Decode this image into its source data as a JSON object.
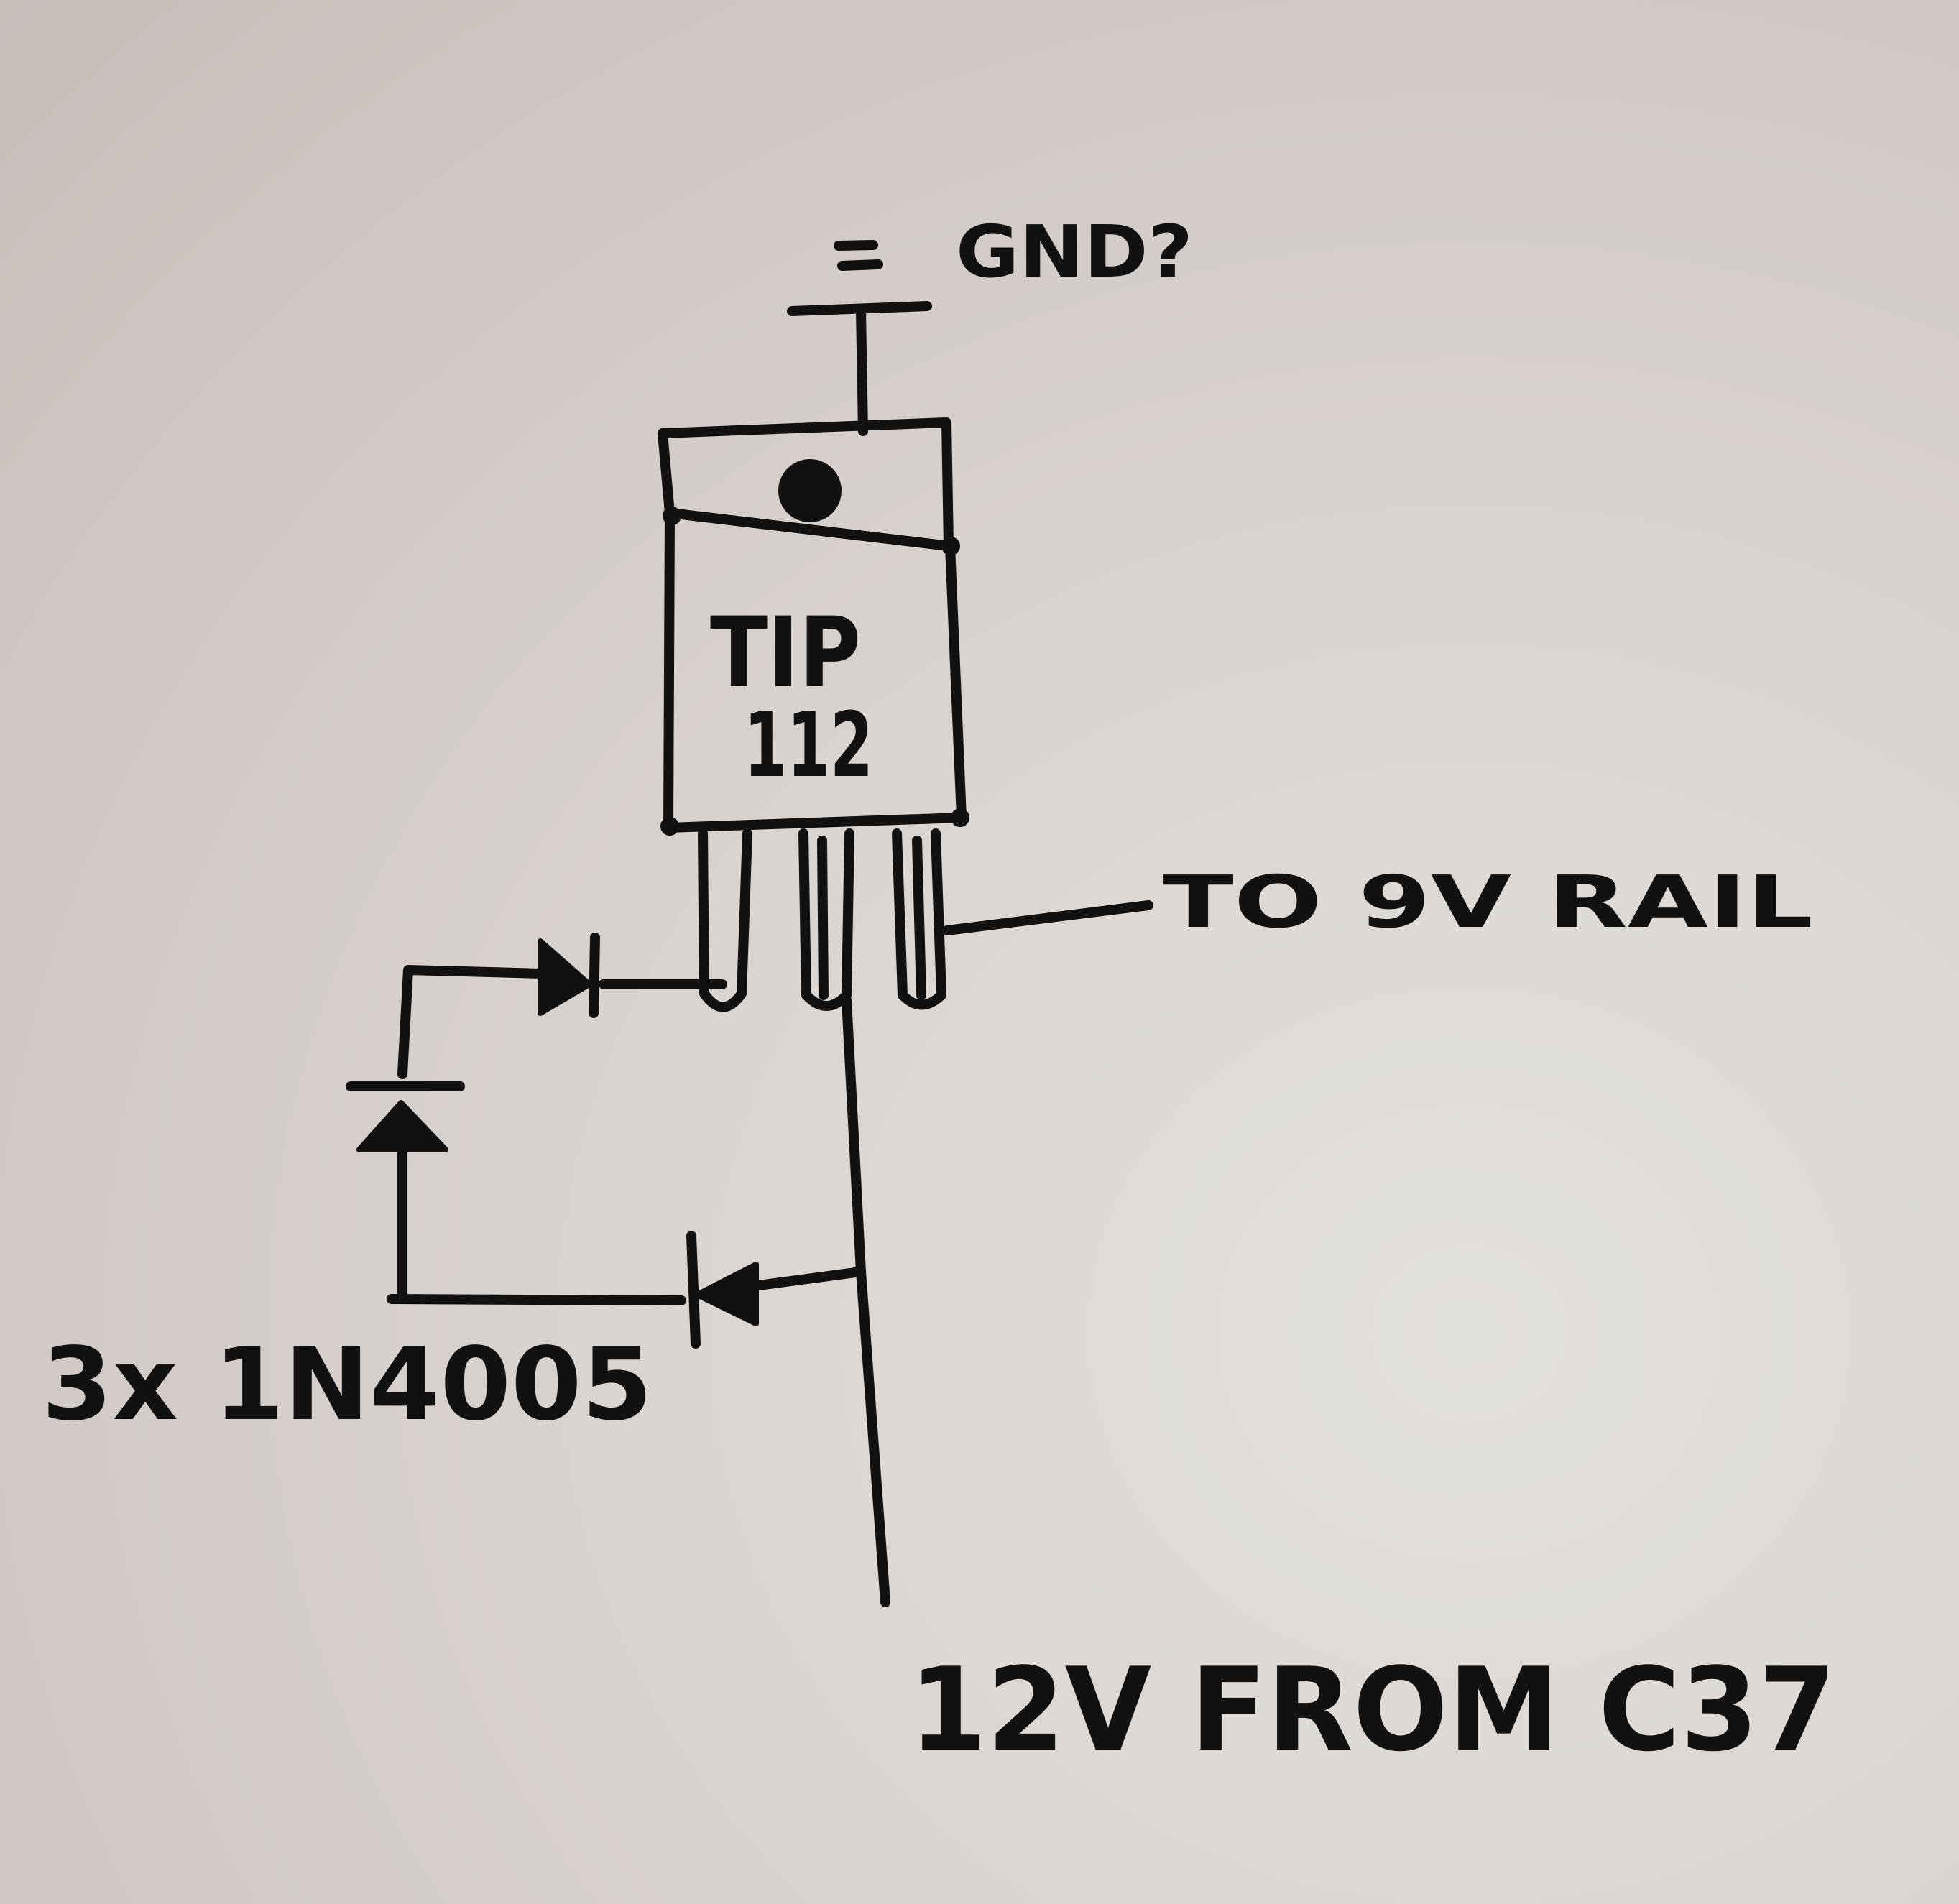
{
  "labels": {
    "ground": "GND?",
    "part_line1": "TIP",
    "part_line2": "112",
    "output": "TO 9V RAIL",
    "diodes": "3x 1N4005",
    "input": "12V FROM C37"
  },
  "colors": {
    "ink": "#111111",
    "paper": "#d9d3cf"
  },
  "icons": {
    "ground_symbol": "ground-icon",
    "diode_symbol": "diode-icon",
    "mounting_hole": "mounting-hole-icon"
  }
}
